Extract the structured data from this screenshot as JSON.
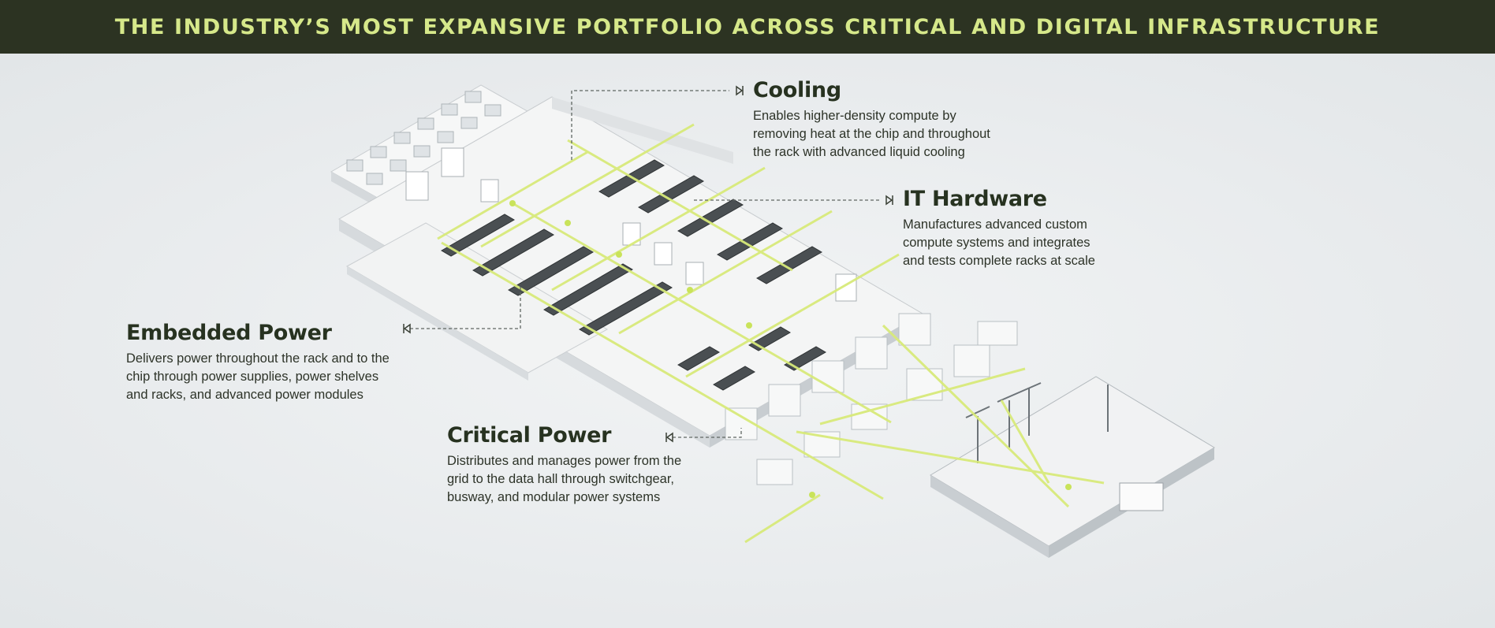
{
  "header": {
    "title": "THE INDUSTRY’S MOST EXPANSIVE PORTFOLIO ACROSS CRITICAL AND DIGITAL INFRASTRUCTURE"
  },
  "colors": {
    "banner_bg": "#2c3322",
    "banner_text": "#d6e88a",
    "accent_line": "#d8ea7a",
    "heading_text": "#273220"
  },
  "callouts": {
    "cooling": {
      "title": "Cooling",
      "lines": [
        "Enables higher-density compute by",
        "removing heat at the chip and throughout",
        "the rack with advanced liquid cooling"
      ]
    },
    "it_hardware": {
      "title": "IT Hardware",
      "lines": [
        "Manufactures advanced custom",
        "compute systems and integrates",
        "and tests complete racks at scale"
      ]
    },
    "embedded_power": {
      "title": "Embedded Power",
      "lines": [
        "Delivers power throughout the rack and to the",
        "chip through power supplies, power shelves",
        "and racks, and advanced power modules"
      ]
    },
    "critical_power": {
      "title": "Critical Power",
      "lines": [
        "Distributes and manages power from the",
        "grid to the data hall through switchgear,",
        "busway, and modular power systems"
      ]
    }
  },
  "icons": {
    "callout_marker": "arrow-bar-icon"
  }
}
